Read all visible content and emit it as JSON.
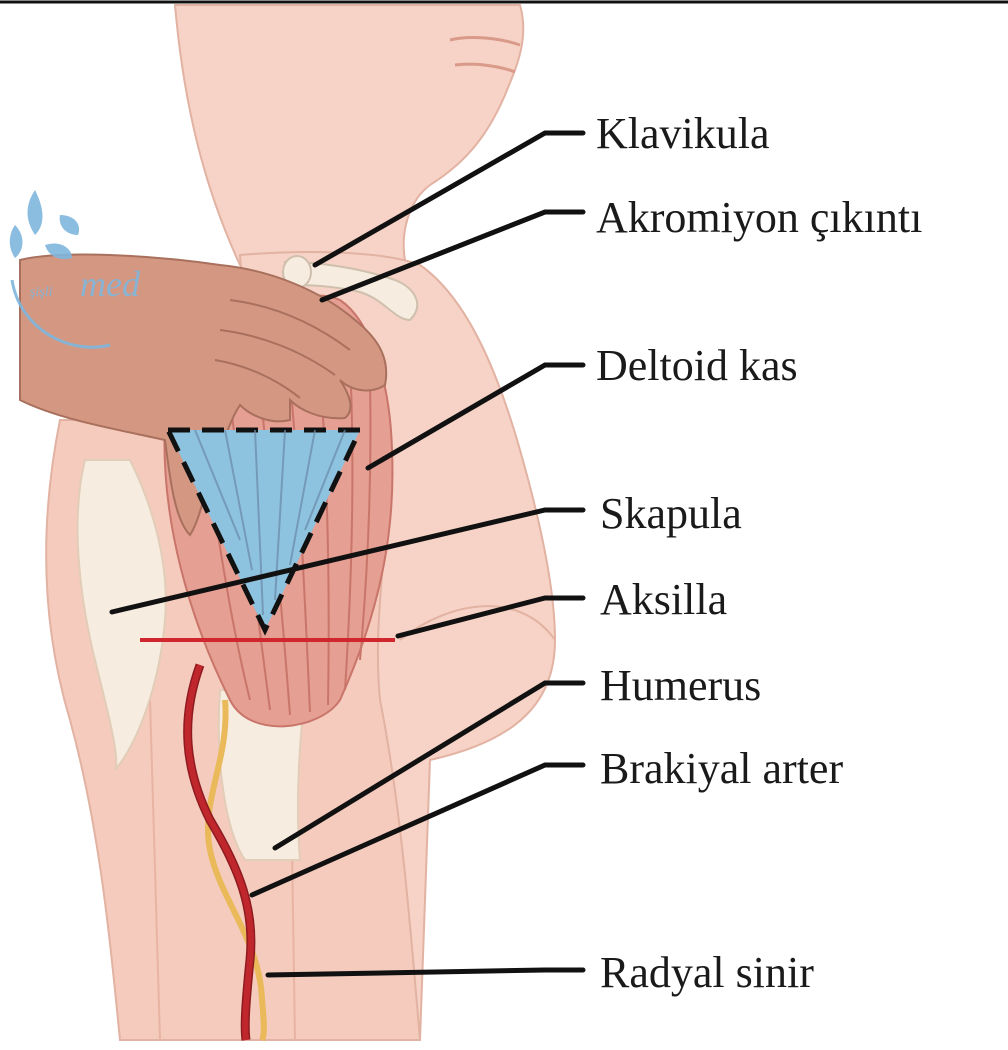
{
  "labels": [
    "Klavikula",
    "Akromiyon çıkıntı",
    "Deltoid kas",
    "Skapula",
    "Aksilla",
    "Humerus",
    "Brakiyal arter",
    "Radyal sinir"
  ],
  "logo": {
    "text": "med",
    "small_text": "şişli"
  },
  "colors": {
    "skin": "#f6d3c6",
    "skin_shade": "#e8b3a3",
    "muscle": "#e59f93",
    "muscle_line": "#c9756a",
    "bone": "#f7ece0",
    "triangle_fill": "#8ec3df",
    "hand": "#d49882",
    "artery": "#c0272d",
    "nerve": "#e9b95a",
    "axilla_line": "#d0262d",
    "leader": "#111111",
    "logo": "#7fb6dd"
  }
}
